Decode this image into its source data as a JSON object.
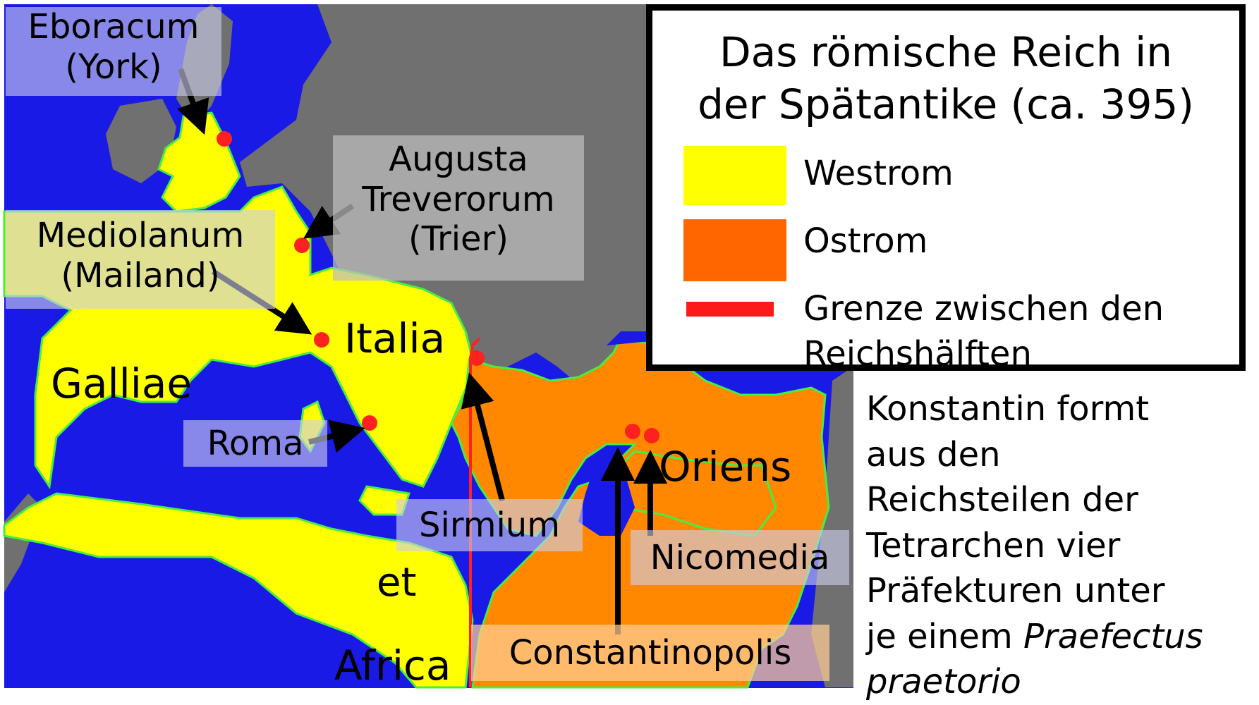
{
  "colors": {
    "sea": "#1a1ae6",
    "land": "#707070",
    "west": "#ffff00",
    "east": "#ff8800",
    "border": "#ff2020",
    "city": "#ff2020"
  },
  "legend": {
    "title_line1": "Das römische Reich in",
    "title_line2": "der Spätantike (ca. 395)",
    "items": [
      {
        "label": "Westrom",
        "color": "#ffff00",
        "kind": "area"
      },
      {
        "label": "Ostrom",
        "color": "#ff6600",
        "kind": "area"
      },
      {
        "label_line1": "Grenze zwischen den",
        "label_line2": "Reichshälften",
        "color": "#ff1a1a",
        "kind": "line"
      }
    ]
  },
  "caption": {
    "lines": [
      "Konstantin formt",
      "aus den",
      "Reichsteilen der",
      "Tetrarchen vier",
      "Präfekturen unter"
    ],
    "last_line_prefix": "je einem ",
    "italic_term_line1": "Praefectus",
    "italic_term_line2": "praetorio"
  },
  "prefectures": {
    "galliae": "Galliae",
    "italia": "Italia",
    "et": "et",
    "africa": "Africa",
    "oriens": "Oriens"
  },
  "cities": {
    "eboracum_line1": "Eboracum",
    "eboracum_line2": "(York)",
    "augusta_line1": "Augusta",
    "augusta_line2": "Treverorum",
    "augusta_line3": "(Trier)",
    "mediolanum_line1": "Mediolanum",
    "mediolanum_line2": "(Mailand)",
    "roma": "Roma",
    "sirmium": "Sirmium",
    "nicomedia": "Nicomedia",
    "constantinopolis": "Constantinopolis"
  }
}
